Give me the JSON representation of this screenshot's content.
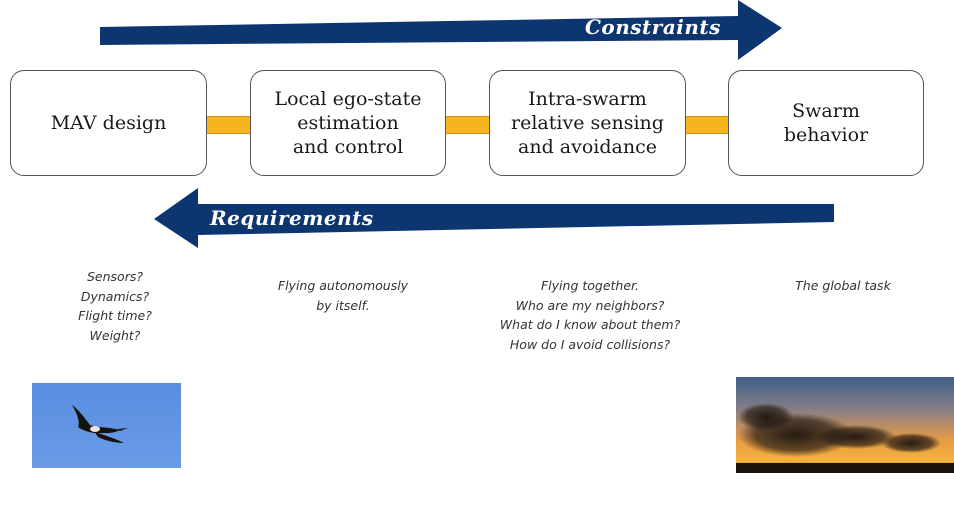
{
  "constraints_arrow": {
    "label": "Constraints",
    "color": "#0d3670"
  },
  "requirements_arrow": {
    "label": "Requirements",
    "color": "#0d3670"
  },
  "stages": [
    {
      "label": "MAV design"
    },
    {
      "label": "Local ego-state\nestimation\nand control"
    },
    {
      "label": "Intra-swarm\nrelative sensing\nand avoidance"
    },
    {
      "label": "Swarm\nbehavior"
    }
  ],
  "notes": [
    {
      "lines": [
        "Sensors?",
        "Dynamics?",
        "Flight time?",
        "Weight?"
      ]
    },
    {
      "lines": [
        "Flying autonomously",
        "by itself."
      ]
    },
    {
      "lines": [
        "Flying together.",
        "Who are my neighbors?",
        "What do I know about them?",
        "How do I avoid collisions?"
      ]
    },
    {
      "lines": [
        "The global task"
      ]
    }
  ],
  "images": {
    "bird_photo": "flying bird against blue sky",
    "swarm_photo": "starling murmuration at sunset"
  },
  "colors": {
    "connector": "#f5b51f",
    "sky": "#5b8fdc"
  }
}
